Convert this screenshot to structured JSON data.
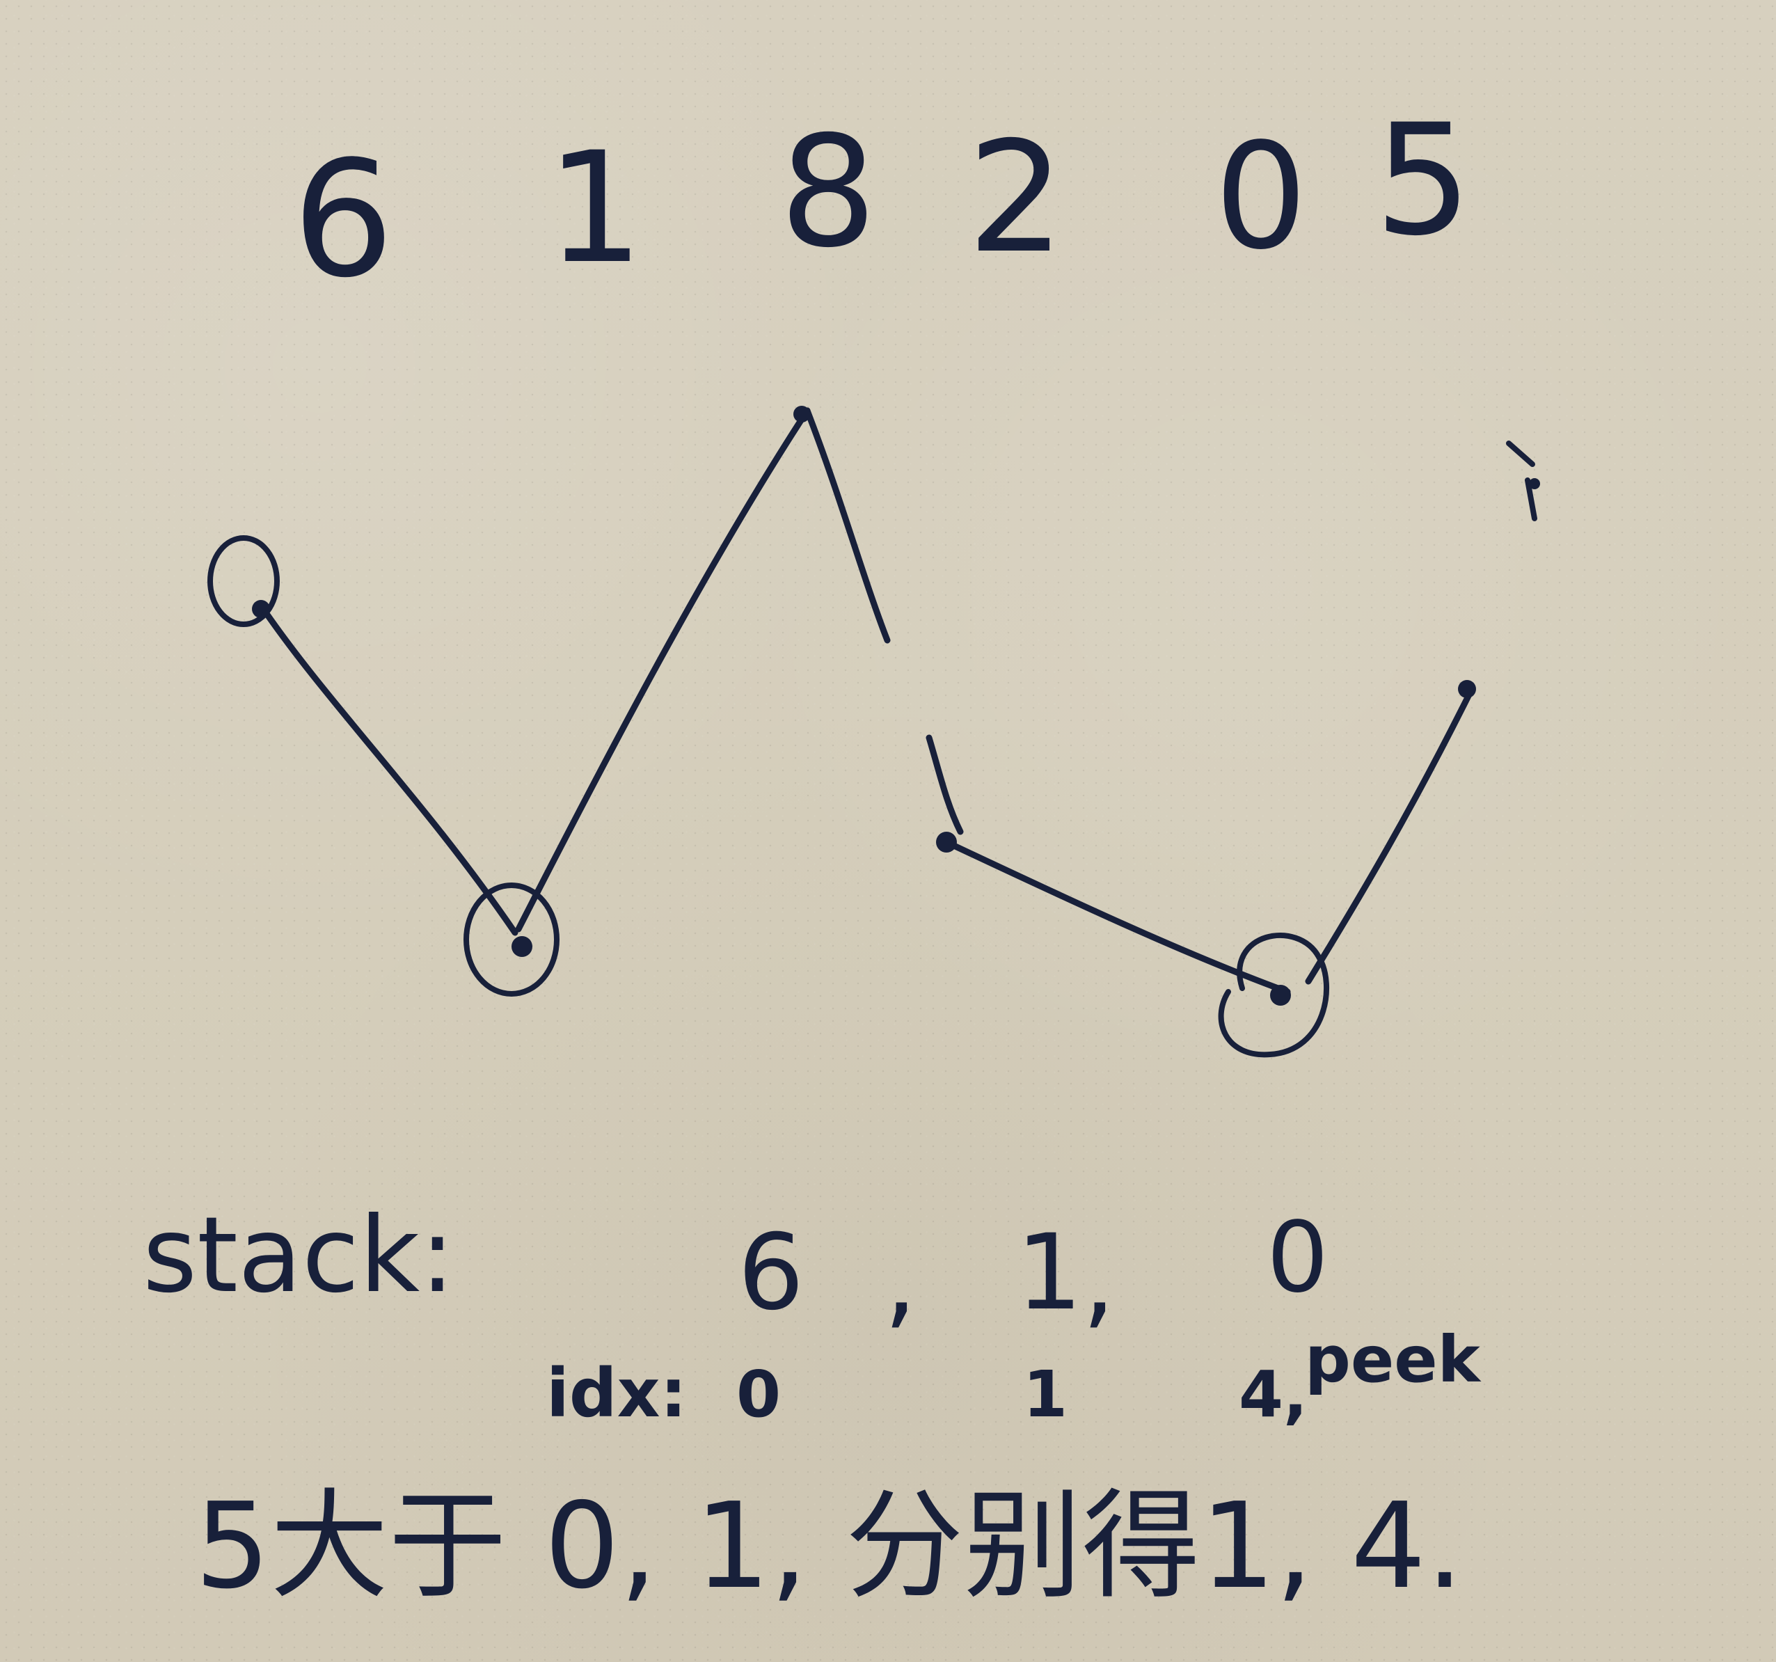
{
  "top_digits": [
    "6",
    "1",
    "8",
    "2",
    "0",
    "5"
  ],
  "annotation": {
    "stack_label": "stack:",
    "stack_values": [
      "6",
      ",",
      "1",
      ",",
      "0"
    ],
    "idx_label": "idx:",
    "idx_values": [
      "0",
      "1",
      "4,"
    ],
    "peek_label": "peek",
    "chinese_note": "5大于 0, 1, 分别得1, 4."
  },
  "colors": {
    "paper": "#d6cfbd",
    "ink": "#18203a"
  }
}
